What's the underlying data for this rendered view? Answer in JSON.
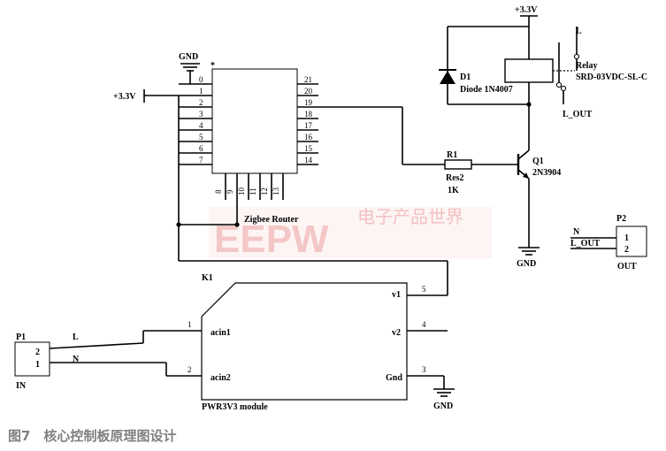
{
  "watermark": {
    "latin": "EEPW",
    "chinese": "电子产品世界"
  },
  "caption": "图7　核心控制板原理图设计",
  "zigbee": {
    "label": "Zigbee Router",
    "star": "*",
    "left_pins": [
      "0",
      "1",
      "2",
      "3",
      "4",
      "5",
      "6",
      "7"
    ],
    "right_pins": [
      "21",
      "20",
      "19",
      "18",
      "17",
      "16",
      "15",
      "14"
    ],
    "bottom_pins": [
      "8",
      "9",
      "10",
      "11",
      "12",
      "13"
    ]
  },
  "power": {
    "vcc_left": "+3.3V",
    "vcc_top": "+3.3V",
    "gnd": "GND"
  },
  "relay": {
    "name": "Relay",
    "part": "SRD-03VDC-SL-C",
    "l": "L",
    "l_out": "L_OUT"
  },
  "diode": {
    "ref": "D1",
    "part": "Diode 1N4007"
  },
  "resistor": {
    "ref": "R1",
    "type": "Res2",
    "value": "1K"
  },
  "transistor": {
    "ref": "Q1",
    "part": "2N3904"
  },
  "p2": {
    "ref": "P2",
    "n": "N",
    "l_out": "L_OUT",
    "pin1": "1",
    "pin2": "2",
    "out": "OUT"
  },
  "p1": {
    "ref": "P1",
    "pin2": "2",
    "pin1": "1",
    "in": "IN",
    "l": "L",
    "n": "N"
  },
  "k1": {
    "ref": "K1",
    "module": "PWR3V3 module",
    "acin1": "acin1",
    "acin2": "acin2",
    "v1": "v1",
    "v2": "v2",
    "gnd": "Gnd",
    "pin1": "1",
    "pin2": "2",
    "pin3": "3",
    "pin4": "4",
    "pin5": "5"
  }
}
